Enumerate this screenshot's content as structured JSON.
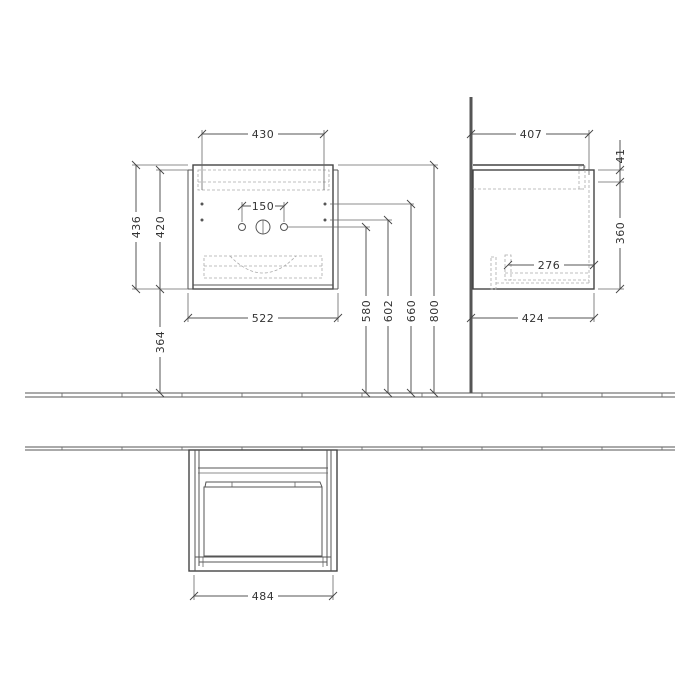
{
  "drawing": {
    "type": "technical-dimension-drawing",
    "units": "mm",
    "views": {
      "front": {
        "dimensions": {
          "top_width": "430",
          "tap_hole_spacing": "150",
          "overall_width": "522",
          "overall_height": "436",
          "body_height": "420",
          "floor_to_bottom": "364",
          "height_580": "580",
          "height_602": "602",
          "height_660": "660",
          "height_800": "800"
        }
      },
      "side": {
        "dimensions": {
          "top_depth": "407",
          "top_thickness": "41",
          "drawer_height": "360",
          "inner_depth": "276",
          "overall_depth": "424"
        }
      },
      "plan": {
        "dimensions": {
          "width": "484"
        }
      }
    },
    "colors": {
      "line": "#555555",
      "hidden_line": "#aaaaaa",
      "text": "#333333",
      "background": "#ffffff"
    }
  }
}
